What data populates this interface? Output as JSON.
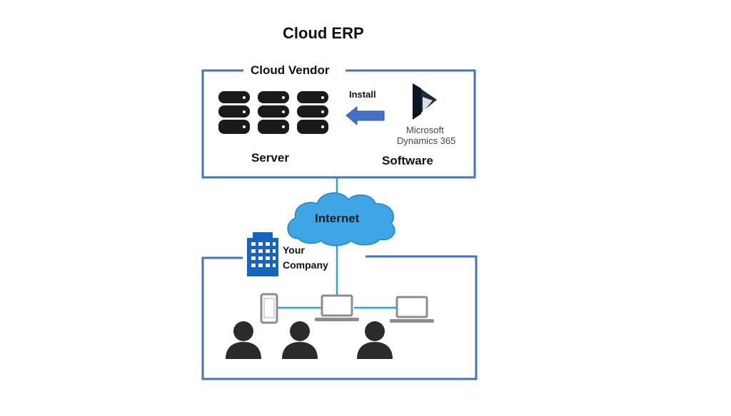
{
  "title": "Cloud ERP",
  "vendor_box": {
    "label": "Cloud Vendor"
  },
  "server": {
    "label": "Server",
    "icon": "database-server-icon"
  },
  "install": {
    "label": "Install",
    "icon": "arrow-left-icon"
  },
  "software": {
    "label": "Software",
    "logo_line1": "Microsoft",
    "logo_line2": "Dynamics 365",
    "icon": "microsoft-dynamics-logo"
  },
  "internet": {
    "label": "Internet",
    "icon": "cloud-icon"
  },
  "company": {
    "line1": "Your",
    "line2": "Company",
    "icon": "office-building-icon"
  },
  "devices": [
    "smartphone-icon",
    "laptop-icon",
    "laptop-icon"
  ],
  "users": [
    "user-icon",
    "user-icon",
    "user-icon"
  ],
  "colors": {
    "box_border": "#4472c4",
    "connector": "#2aa5d8",
    "cloud": "#3ea6e4",
    "arrow": "#4472c4",
    "building": "#1565c0",
    "icon_dark": "#1a1a1a",
    "device_gray": "#8c8c8c"
  }
}
